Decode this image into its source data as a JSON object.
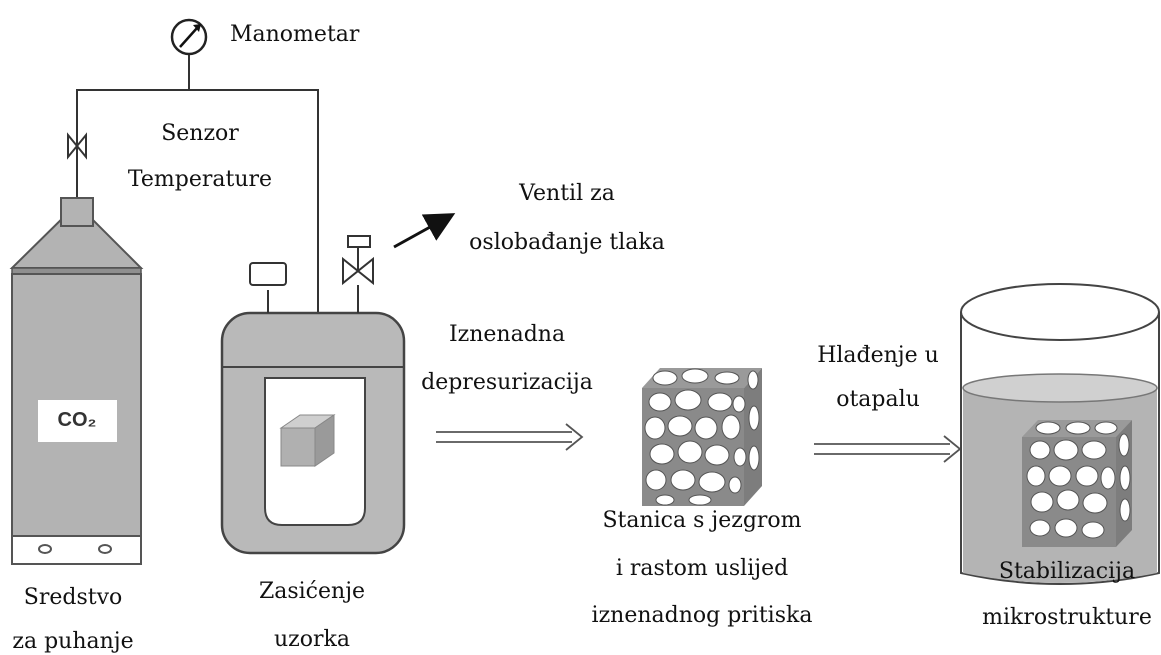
{
  "labels": {
    "manometer": "Manometar",
    "temp_sensor_line1": "Senzor",
    "temp_sensor_line2": "Temperature",
    "relief_valve_line1": "Ventil za",
    "relief_valve_line2": "oslobađanje tlaka",
    "depressurization_line1": "Iznenadna",
    "depressurization_line2": "depresurizacija",
    "cooling_line1": "Hlađenje u",
    "cooling_line2": "otapalu",
    "tank_gas": "CO₂",
    "blowing_agent_line1": "Sredstvo",
    "blowing_agent_line2": "za puhanje",
    "saturation_line1": "Zasićenje",
    "saturation_line2": "uzorka",
    "nucleation_line1": "Stanica s jezgrom",
    "nucleation_line2": "i rastom uslijed",
    "nucleation_line3": "iznenadnog pritiska",
    "stabilization_line1": "Stabilizacija",
    "stabilization_line2": "mikrostrukture"
  },
  "colors": {
    "tank_fill": "#b3b3b3",
    "tank_dark": "#8f8f8f",
    "vessel_fill": "#b9b9b9",
    "liquid_fill": "#b4b4b4",
    "foam_cube": "#8a8a8a",
    "bubble": "#ffffff",
    "line": "#333333"
  }
}
